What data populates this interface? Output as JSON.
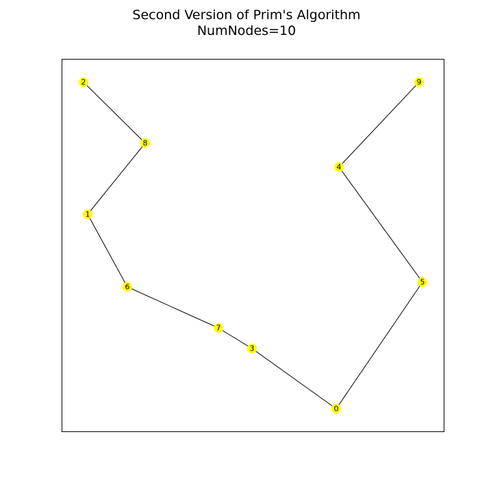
{
  "title": {
    "line1": "Second Version of Prim's Algorithm",
    "line2": "NumNodes=10"
  },
  "colors": {
    "node_fill": "#ffff00",
    "edge": "#000000",
    "frame": "#000000"
  },
  "graph": {
    "nodes": [
      {
        "id": "0",
        "label": "0"
      },
      {
        "id": "1",
        "label": "1"
      },
      {
        "id": "2",
        "label": "2"
      },
      {
        "id": "3",
        "label": "3"
      },
      {
        "id": "4",
        "label": "4"
      },
      {
        "id": "5",
        "label": "5"
      },
      {
        "id": "6",
        "label": "6"
      },
      {
        "id": "7",
        "label": "7"
      },
      {
        "id": "8",
        "label": "8"
      },
      {
        "id": "9",
        "label": "9"
      }
    ],
    "edges": [
      [
        "2",
        "8"
      ],
      [
        "8",
        "1"
      ],
      [
        "1",
        "6"
      ],
      [
        "6",
        "7"
      ],
      [
        "7",
        "3"
      ],
      [
        "3",
        "0"
      ],
      [
        "0",
        "5"
      ],
      [
        "5",
        "4"
      ],
      [
        "4",
        "9"
      ]
    ]
  }
}
